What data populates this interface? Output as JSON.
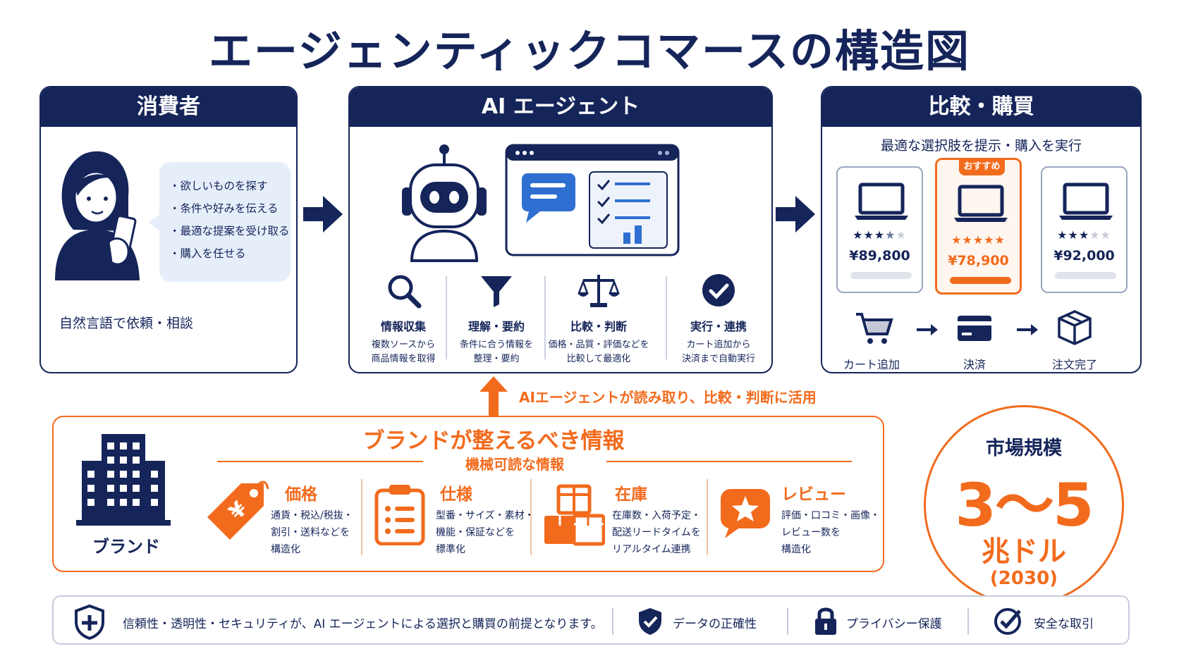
{
  "title": "エージェンティックコマースの構造図",
  "consumer": {
    "header": "消費者",
    "bullets": [
      "・欲しいものを探す",
      "・条件や好みを伝える",
      "・最適な提案を受け取る",
      "・購入を任せる"
    ],
    "caption": "自然言語で依頼・相談"
  },
  "agent": {
    "header": "AI エージェント",
    "functions": [
      {
        "title": "情報収集",
        "desc1": "複数ソースから",
        "desc2": "商品情報を取得"
      },
      {
        "title": "理解・要約",
        "desc1": "条件に合う情報を",
        "desc2": "整理・要約"
      },
      {
        "title": "比較・判断",
        "desc1": "価格・品質・評価などを",
        "desc2": "比較して最適化"
      },
      {
        "title": "実行・連携",
        "desc1": "カート追加から",
        "desc2": "決済まで自動実行"
      }
    ]
  },
  "compare": {
    "header": "比較・購買",
    "subtitle": "最適な選択肢を提示・購入を実行",
    "recommend_badge": "おすすめ",
    "products": [
      {
        "price": "¥89,800",
        "rating": 3.5
      },
      {
        "price": "¥78,900",
        "rating": 5
      },
      {
        "price": "¥92,000",
        "rating": 3
      }
    ],
    "flow": [
      "カート追加",
      "決済",
      "注文完了"
    ]
  },
  "agent_reads": "AIエージェントが読み取り、比較・判断に活用",
  "brand": {
    "title": "ブランドが整えるべき情報",
    "subtitle": "機械可読な情報",
    "label": "ブランド",
    "items": [
      {
        "title": "価格",
        "lines": [
          "通貨・税込/税抜・",
          "割引・送料などを",
          "構造化"
        ]
      },
      {
        "title": "仕様",
        "lines": [
          "型番・サイズ・素材・",
          "機能・保証などを",
          "標準化"
        ]
      },
      {
        "title": "在庫",
        "lines": [
          "在庫数・入荷予定・",
          "配送リードタイムを",
          "リアルタイム連携"
        ]
      },
      {
        "title": "レビュー",
        "lines": [
          "評価・口コミ・画像・",
          "レビュー数を",
          "構造化"
        ]
      }
    ]
  },
  "market": {
    "title": "市場規模",
    "value": "3～5",
    "unit": "兆ドル",
    "year": "(2030)"
  },
  "footer": {
    "main": "信頼性・透明性・セキュリティが、AI エージェントによる選択と購買の前提となります。",
    "items": [
      "データの正確性",
      "プライバシー保護",
      "安全な取引"
    ]
  },
  "colors": {
    "navy": "#15255a",
    "orange": "#f26b1d",
    "light_blue": "#e6eefa"
  }
}
